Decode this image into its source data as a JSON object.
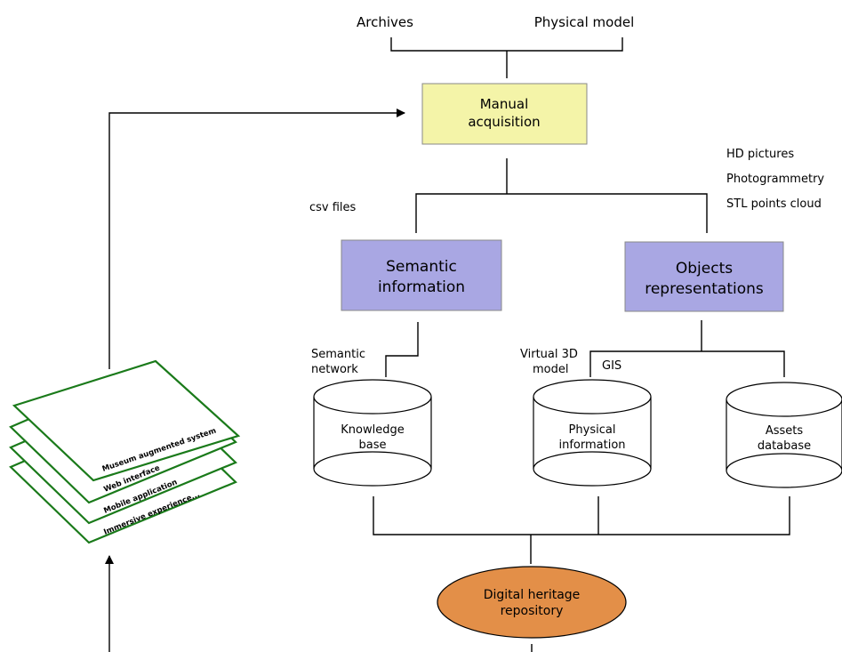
{
  "sources": {
    "archives": "Archives",
    "physical_model": "Physical model"
  },
  "manual_acquisition": {
    "line1": "Manual",
    "line2": "acquisition"
  },
  "acquisition_outputs": {
    "hd_pictures": "HD pictures",
    "photogrammetry": "Photogrammetry",
    "stl_points_cloud": "STL points cloud"
  },
  "csv_files": "csv files",
  "semantic_information": {
    "line1": "Semantic",
    "line2": "information"
  },
  "objects_representations": {
    "line1": "Objects",
    "line2": "representations"
  },
  "semantic_network": {
    "line1": "Semantic",
    "line2": "network"
  },
  "virtual_3d_model": {
    "line1": "Virtual 3D",
    "line2": "model"
  },
  "gis": "GIS",
  "knowledge_base": {
    "line1": "Knowledge",
    "line2": "base"
  },
  "physical_information": {
    "line1": "Physical",
    "line2": "information"
  },
  "assets_database": {
    "line1": "Assets",
    "line2": "database"
  },
  "digital_heritage_repository": {
    "line1": "Digital heritage",
    "line2": "repository"
  },
  "layers": [
    "Museum augmented system",
    "Web interface",
    "Mobile application",
    "Immersive experience..."
  ],
  "colors": {
    "manual_acquisition_fill": "#f4f4a8",
    "process_box_fill": "#a9a7e3",
    "repository_fill": "#e38f48",
    "layer_stroke": "#1a7a1a"
  }
}
